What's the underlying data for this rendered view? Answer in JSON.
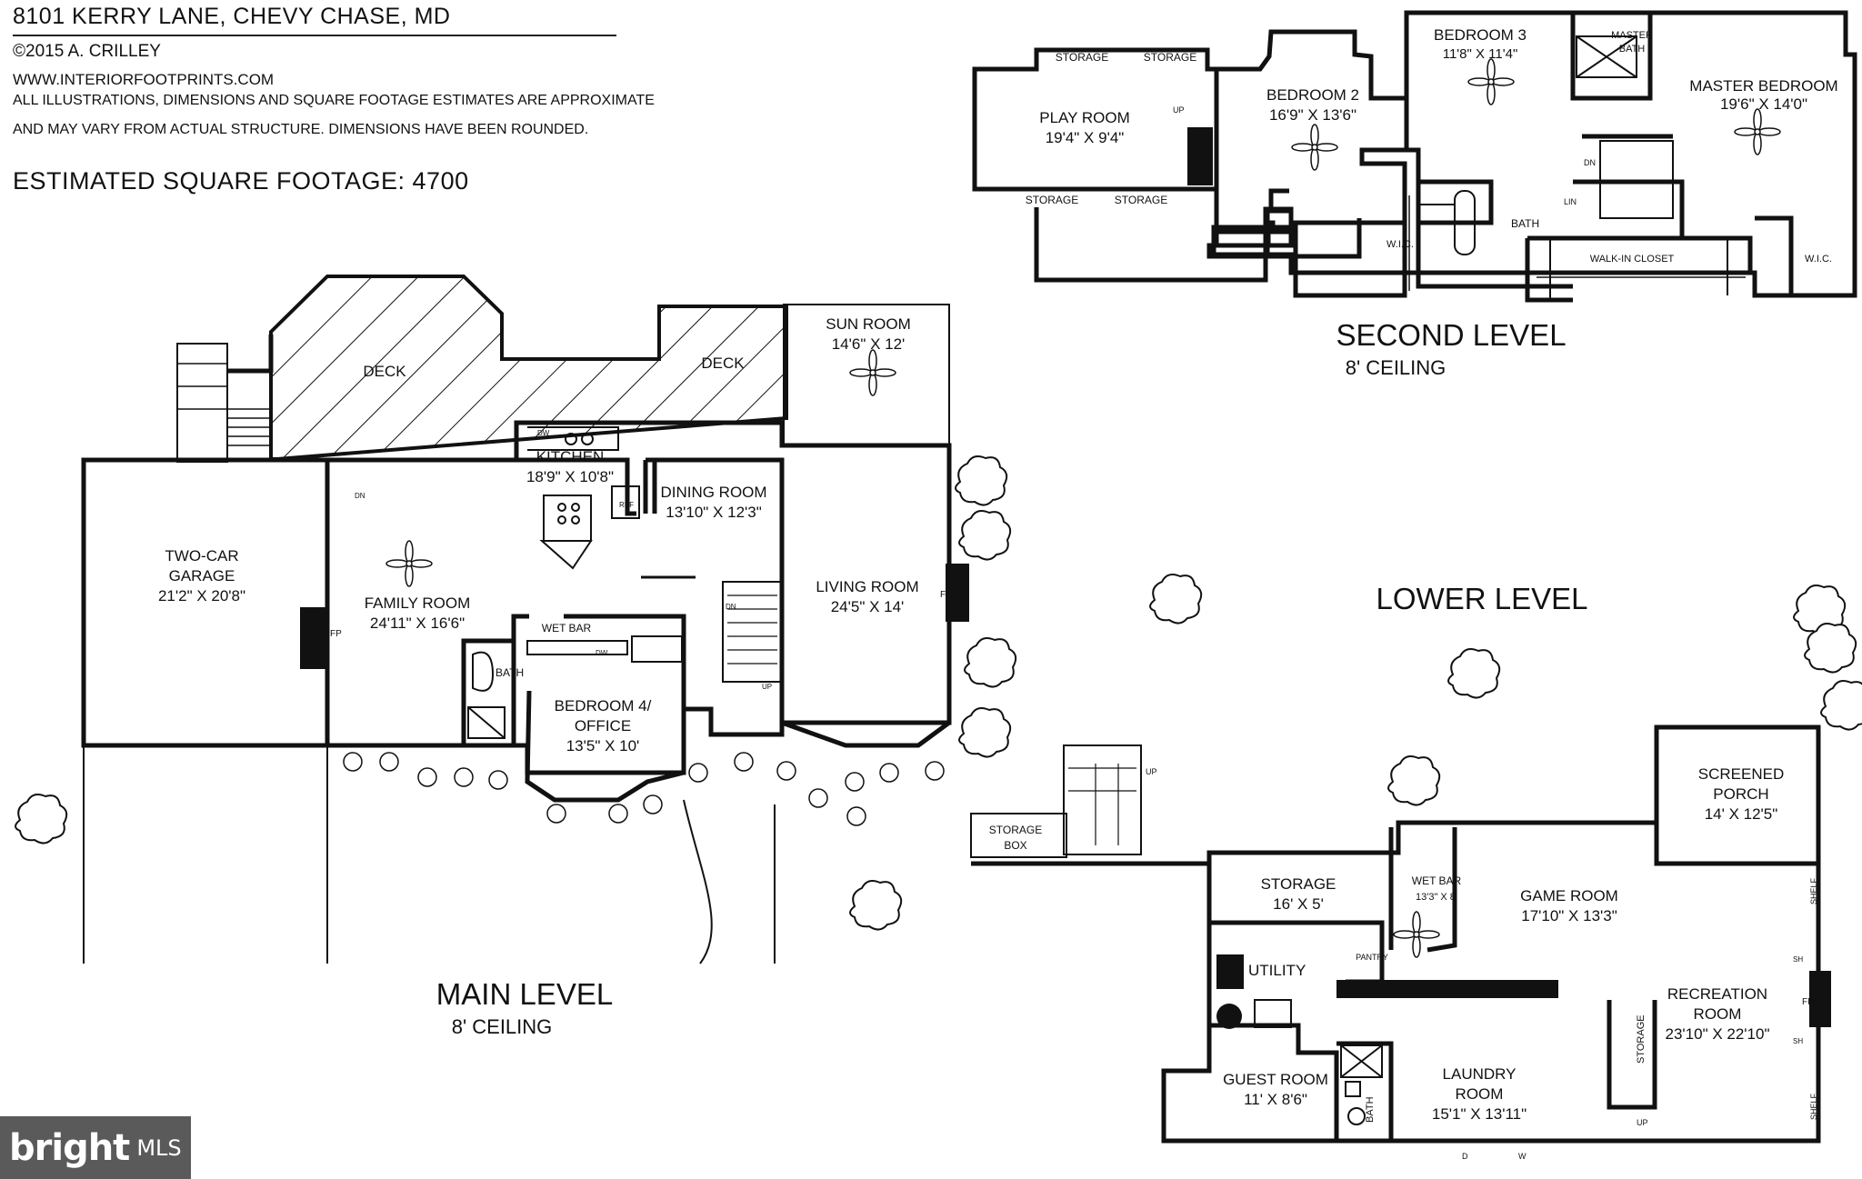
{
  "header": {
    "address": "8101 KERRY LANE, CHEVY CHASE, MD",
    "copyright": "©2015 A. CRILLEY",
    "website": "WWW.INTERIORFOOTPRINTS.COM",
    "disclaimer_1": "ALL ILLUSTRATIONS, DIMENSIONS AND SQUARE FOOTAGE ESTIMATES ARE APPROXIMATE",
    "disclaimer_2": "AND MAY VARY FROM ACTUAL STRUCTURE. DIMENSIONS HAVE BEEN ROUNDED.",
    "sqft": "ESTIMATED SQUARE FOOTAGE: 4700"
  },
  "levels": {
    "second": {
      "title": "SECOND LEVEL",
      "ceiling": "8' CEILING"
    },
    "main": {
      "title": "MAIN LEVEL",
      "ceiling": "8' CEILING"
    },
    "lower": {
      "title": "LOWER LEVEL"
    }
  },
  "rooms": {
    "playroom": {
      "name": "PLAY ROOM",
      "dims": "19'4\" X 9'4\""
    },
    "bedroom2": {
      "name": "BEDROOM 2",
      "dims": "16'9\" X 13'6\""
    },
    "bedroom3": {
      "name": "BEDROOM 3",
      "dims": "11'8\" X 11'4\""
    },
    "masterbath": {
      "name": "MASTER",
      "name2": "BATH"
    },
    "masterbed": {
      "name": "MASTER BEDROOM",
      "dims": "19'6\" X 14'0\""
    },
    "walkin": {
      "name": "WALK-IN CLOSET"
    },
    "sunroom": {
      "name": "SUN ROOM",
      "dims": "14'6\" X 12'"
    },
    "kitchen": {
      "name": "KITCHEN",
      "dims": "18'9\" X 10'8\""
    },
    "dining": {
      "name": "DINING ROOM",
      "dims": "13'10\" X 12'3\""
    },
    "garage": {
      "name": "TWO-CAR",
      "name2": "GARAGE",
      "dims": "21'2\" X 20'8\""
    },
    "family": {
      "name": "FAMILY ROOM",
      "dims": "24'11\" X 16'6\""
    },
    "living": {
      "name": "LIVING ROOM",
      "dims": "24'5\" X 14'"
    },
    "bed4": {
      "name": "BEDROOM 4/",
      "name2": "OFFICE",
      "dims": "13'5\" X 10'"
    },
    "screened": {
      "name": "SCREENED",
      "name2": "PORCH",
      "dims": "14' X 12'5\""
    },
    "storage16": {
      "name": "STORAGE",
      "dims": "16' X 5'"
    },
    "lwetbar": {
      "name": "WET BAR",
      "dims": "13'3\" X 8'"
    },
    "game": {
      "name": "GAME ROOM",
      "dims": "17'10\" X 13'3\""
    },
    "recreation": {
      "name": "RECREATION",
      "name2": "ROOM",
      "dims": "23'10\" X 22'10\""
    },
    "guest": {
      "name": "GUEST ROOM",
      "dims": "11' X 8'6\""
    },
    "laundry": {
      "name": "LAUNDRY",
      "name2": "ROOM",
      "dims": "15'1\" X 13'11\""
    }
  },
  "small_labels": {
    "storage": "STORAGE",
    "up": "UP",
    "dn": "DN",
    "bath": "BATH",
    "lin": "LIN",
    "wic": "W.I.C.",
    "deck": "DECK",
    "fp": "FP",
    "dw": "DW",
    "ref": "REF",
    "wetbar": "WET BAR",
    "storage_box_1": "STORAGE",
    "storage_box_2": "BOX",
    "utility": "UTILITY",
    "pantry": "PANTRY",
    "shelf": "SHELF",
    "sh": "SH",
    "d": "D",
    "w": "W"
  },
  "logo": {
    "brand": "bright",
    "suffix": "MLS"
  }
}
